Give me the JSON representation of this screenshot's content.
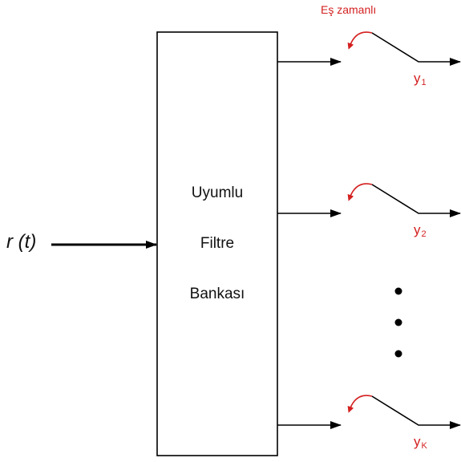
{
  "input_label": "r (t)",
  "filter_bank": {
    "line1": "Uyumlu",
    "line2": "Filtre",
    "line3": "Bankası"
  },
  "sync_label": "Eş zamanlı",
  "outputs": [
    {
      "base": "y",
      "sub": "1"
    },
    {
      "base": "y",
      "sub": "2"
    },
    {
      "base": "y",
      "sub": "K"
    }
  ],
  "colors": {
    "line": "#000000",
    "accent": "#d42020"
  }
}
